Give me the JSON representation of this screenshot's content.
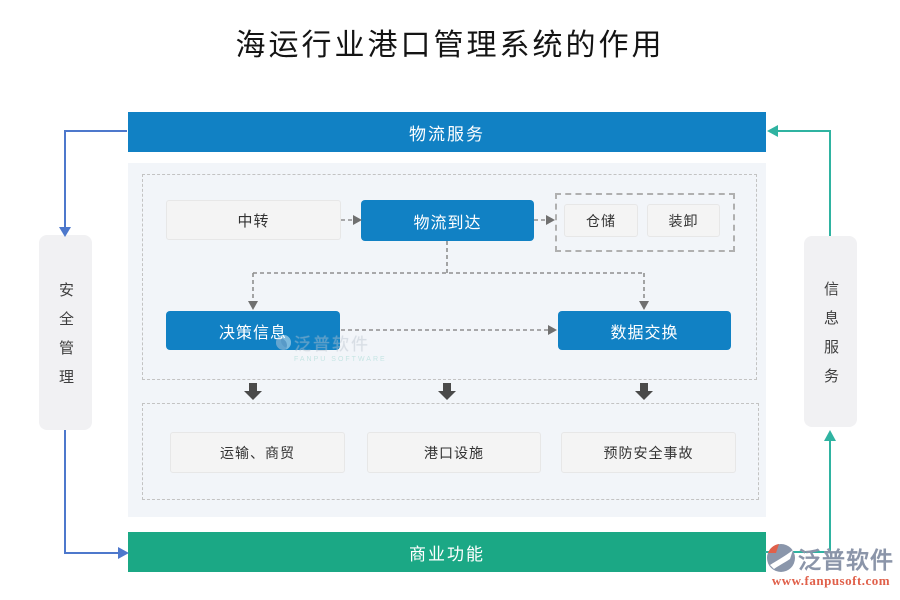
{
  "title": "海运行业港口管理系统的作用",
  "bars": {
    "top": "物流服务",
    "bottom": "商业功能"
  },
  "sides": {
    "left": "安全管理",
    "right": "信息服务"
  },
  "nodes": {
    "transit": "中转",
    "arrival": "物流到达",
    "warehouse": "仓储",
    "loading": "装卸",
    "decision": "决策信息",
    "exchange": "数据交换",
    "transport": "运输、商贸",
    "port": "港口设施",
    "accident": "预防安全事故"
  },
  "watermark": {
    "name": "泛普软件",
    "sub": "FANPU SOFTWARE"
  },
  "logo": {
    "name": "泛普软件",
    "url": "www.fanpusoft.com"
  },
  "colors": {
    "primary_blue": "#1181c4",
    "primary_green": "#1ba885",
    "blue_connector": "#4d78cc",
    "teal_connector": "#2fb3a1",
    "dashed_connector": "#8f8f8f",
    "block_arrow": "#4a4a4a",
    "panel_bg": "#f2f5f9"
  }
}
